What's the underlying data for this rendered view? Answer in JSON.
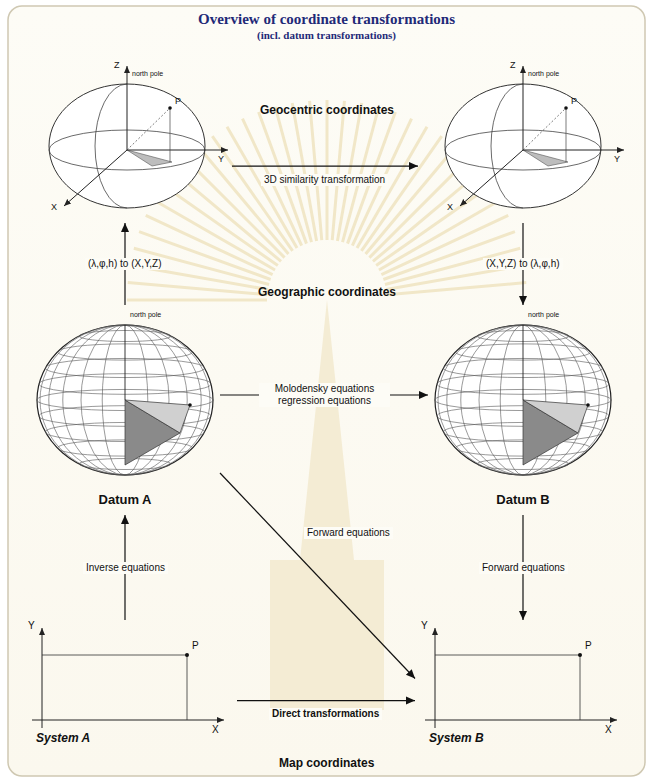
{
  "diagram": {
    "title": "Overview of coordinate transformations",
    "nodes": [
      {
        "text": [
          "Z",
          "north pole",
          "P",
          "Y",
          "X"
        ]
      },
      {
        "text": [
          "Z",
          "north pole",
          "P",
          "Y",
          "X"
        ]
      },
      {
        "text": [
          "north pole",
          "Datum A"
        ]
      },
      {
        "text": [
          "north pole",
          "Datum B"
        ]
      },
      {
        "text": [
          "Y",
          "P",
          "X",
          "System A"
        ]
      },
      {
        "text": [
          "Y",
          "P",
          "X",
          "System B"
        ]
      }
    ],
    "edges": [
      {
        "from": 0,
        "to": 1,
        "arrow": "to",
        "label": "3D similarity transformation"
      },
      {
        "from": 2,
        "to": 0,
        "arrow": "to",
        "label": "(λ,φ,h) to (X,Y,Z)"
      },
      {
        "from": 1,
        "to": 3,
        "arrow": "to",
        "label": "(X,Y,Z) to (λ,φ,h)"
      },
      {
        "from": 2,
        "to": 3,
        "arrow": "to",
        "label": "Molodensky equations regression equations"
      },
      {
        "from": 2,
        "to": 5,
        "arrow": "to",
        "label": "Forward equations"
      },
      {
        "from": 3,
        "to": 5,
        "arrow": "to",
        "label": "Forward equations"
      },
      {
        "from": 4,
        "to": 2,
        "arrow": "to",
        "label": "Inverse equations"
      },
      {
        "from": 4,
        "to": 5,
        "arrow": "to",
        "label": "Direct transformations"
      }
    ],
    "labels": [
      "(incl. datum transformations)",
      "Geocentric coordinates",
      "Geographic coordinates",
      "Map coordinates"
    ]
  }
}
